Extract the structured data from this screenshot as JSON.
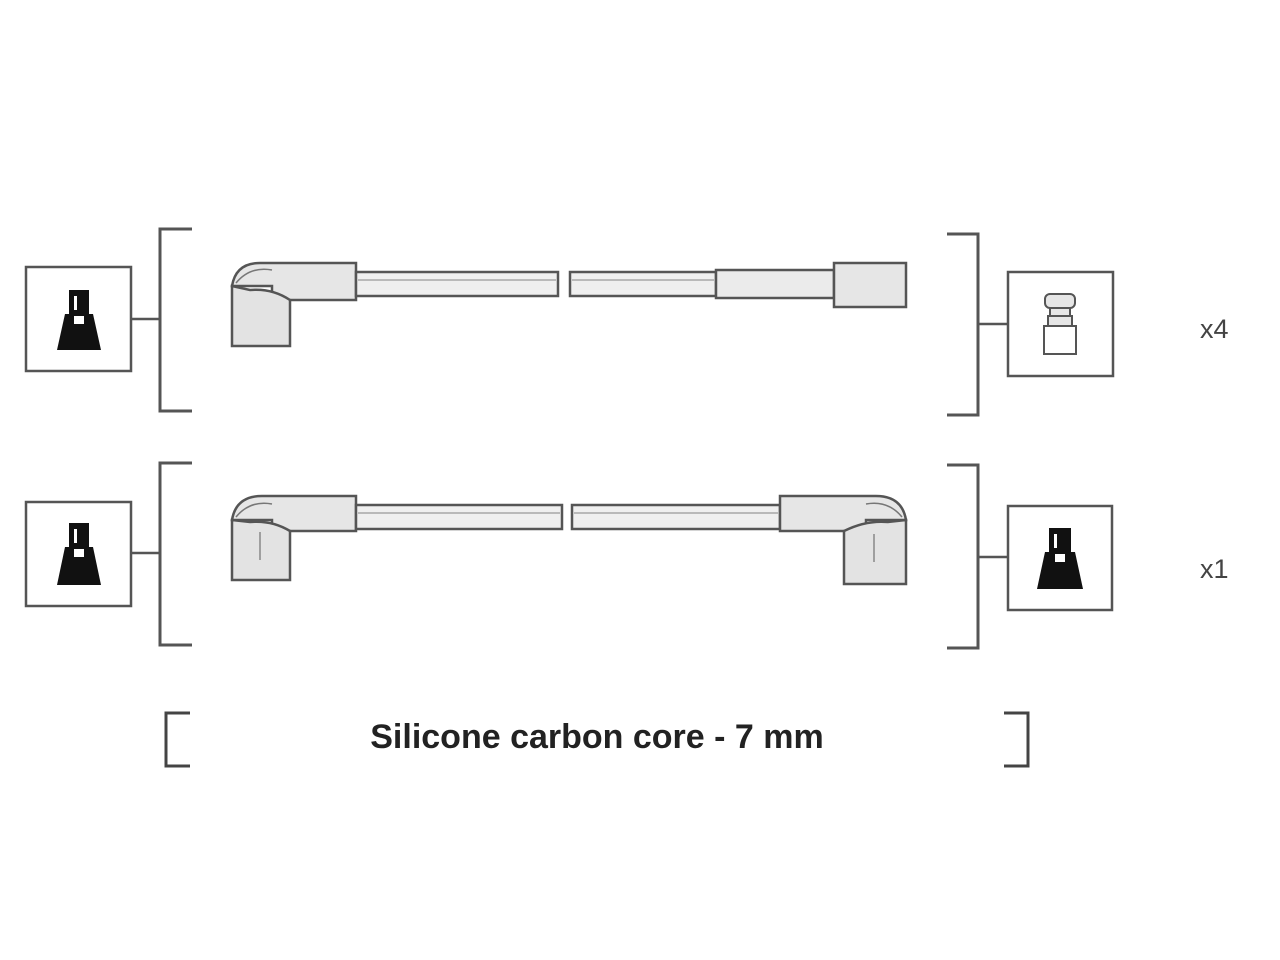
{
  "diagram": {
    "description_text": "Silicone carbon core - 7 mm",
    "rows": [
      {
        "quantity": "x4",
        "left_connector": "angled-boot",
        "right_connector": "straight-boot",
        "left_terminal_icon": "spark-plug-terminal-icon",
        "right_terminal_icon": "distributor-terminal-icon"
      },
      {
        "quantity": "x1",
        "left_connector": "angled-boot",
        "right_connector": "angled-boot",
        "left_terminal_icon": "spark-plug-terminal-icon",
        "right_terminal_icon": "spark-plug-terminal-icon"
      }
    ]
  },
  "colors": {
    "line": "#555555",
    "boot_fill": "#e6e6e6",
    "cable_fill": "#f0f0f0",
    "icon_fill": "#111111"
  }
}
